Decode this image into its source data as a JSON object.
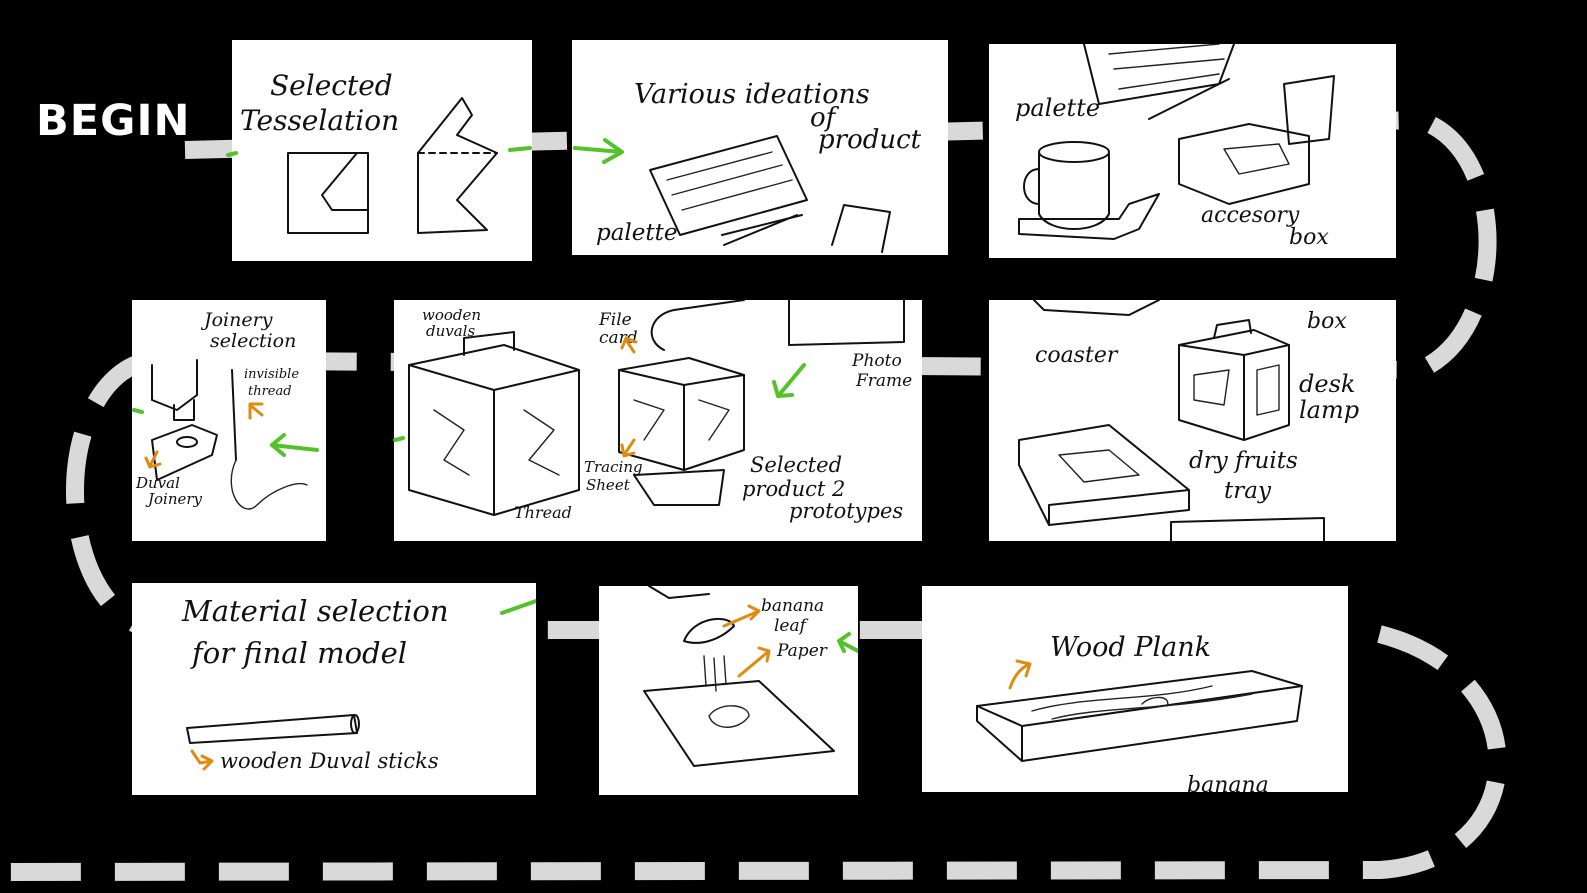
{
  "start_label": "BEGIN",
  "colors": {
    "background": "#000000",
    "path_dash": "#d9d9d9",
    "arrow_green": "#54c22a",
    "arrow_orange": "#e08a12"
  },
  "steps": [
    {
      "title_line1": "Selected",
      "title_line2": "Tesselation"
    },
    {
      "title_line1": "Various ideations",
      "title_line2": "of",
      "title_line3": "product",
      "label_palette": "palette"
    },
    {
      "label_palette": "palette",
      "label_box1": "accesory",
      "label_box2": "box"
    },
    {
      "label_coaster": "coaster",
      "label_box": "box",
      "label_lamp1": "desk",
      "label_lamp2": "lamp",
      "label_tray1": "dry fruits",
      "label_tray2": "tray"
    },
    {
      "label_dowels1": "wooden",
      "label_dowels2": "duvals",
      "label_file1": "File",
      "label_file2": "card",
      "label_photo1": "Photo",
      "label_photo2": "Frame",
      "label_thread": "Thread",
      "label_tracing1": "Tracing",
      "label_tracing2": "Sheet",
      "title_line1": "Selected",
      "title_line2": "product 2",
      "title_line3": "prototypes"
    },
    {
      "title_line1": "Joinery",
      "title_line2": "selection",
      "label_thread1": "invisible",
      "label_thread2": "thread",
      "label_dowel1": "Duval",
      "label_dowel2": "Joinery"
    },
    {
      "title_line1": "Material selection",
      "title_line2": "for final model",
      "label_sticks": "wooden Duval sticks"
    },
    {
      "label_leaf1": "banana",
      "label_leaf2": "leaf",
      "label_paper": "Paper"
    },
    {
      "title": "Wood Plank",
      "label_bottom": "banana"
    }
  ]
}
